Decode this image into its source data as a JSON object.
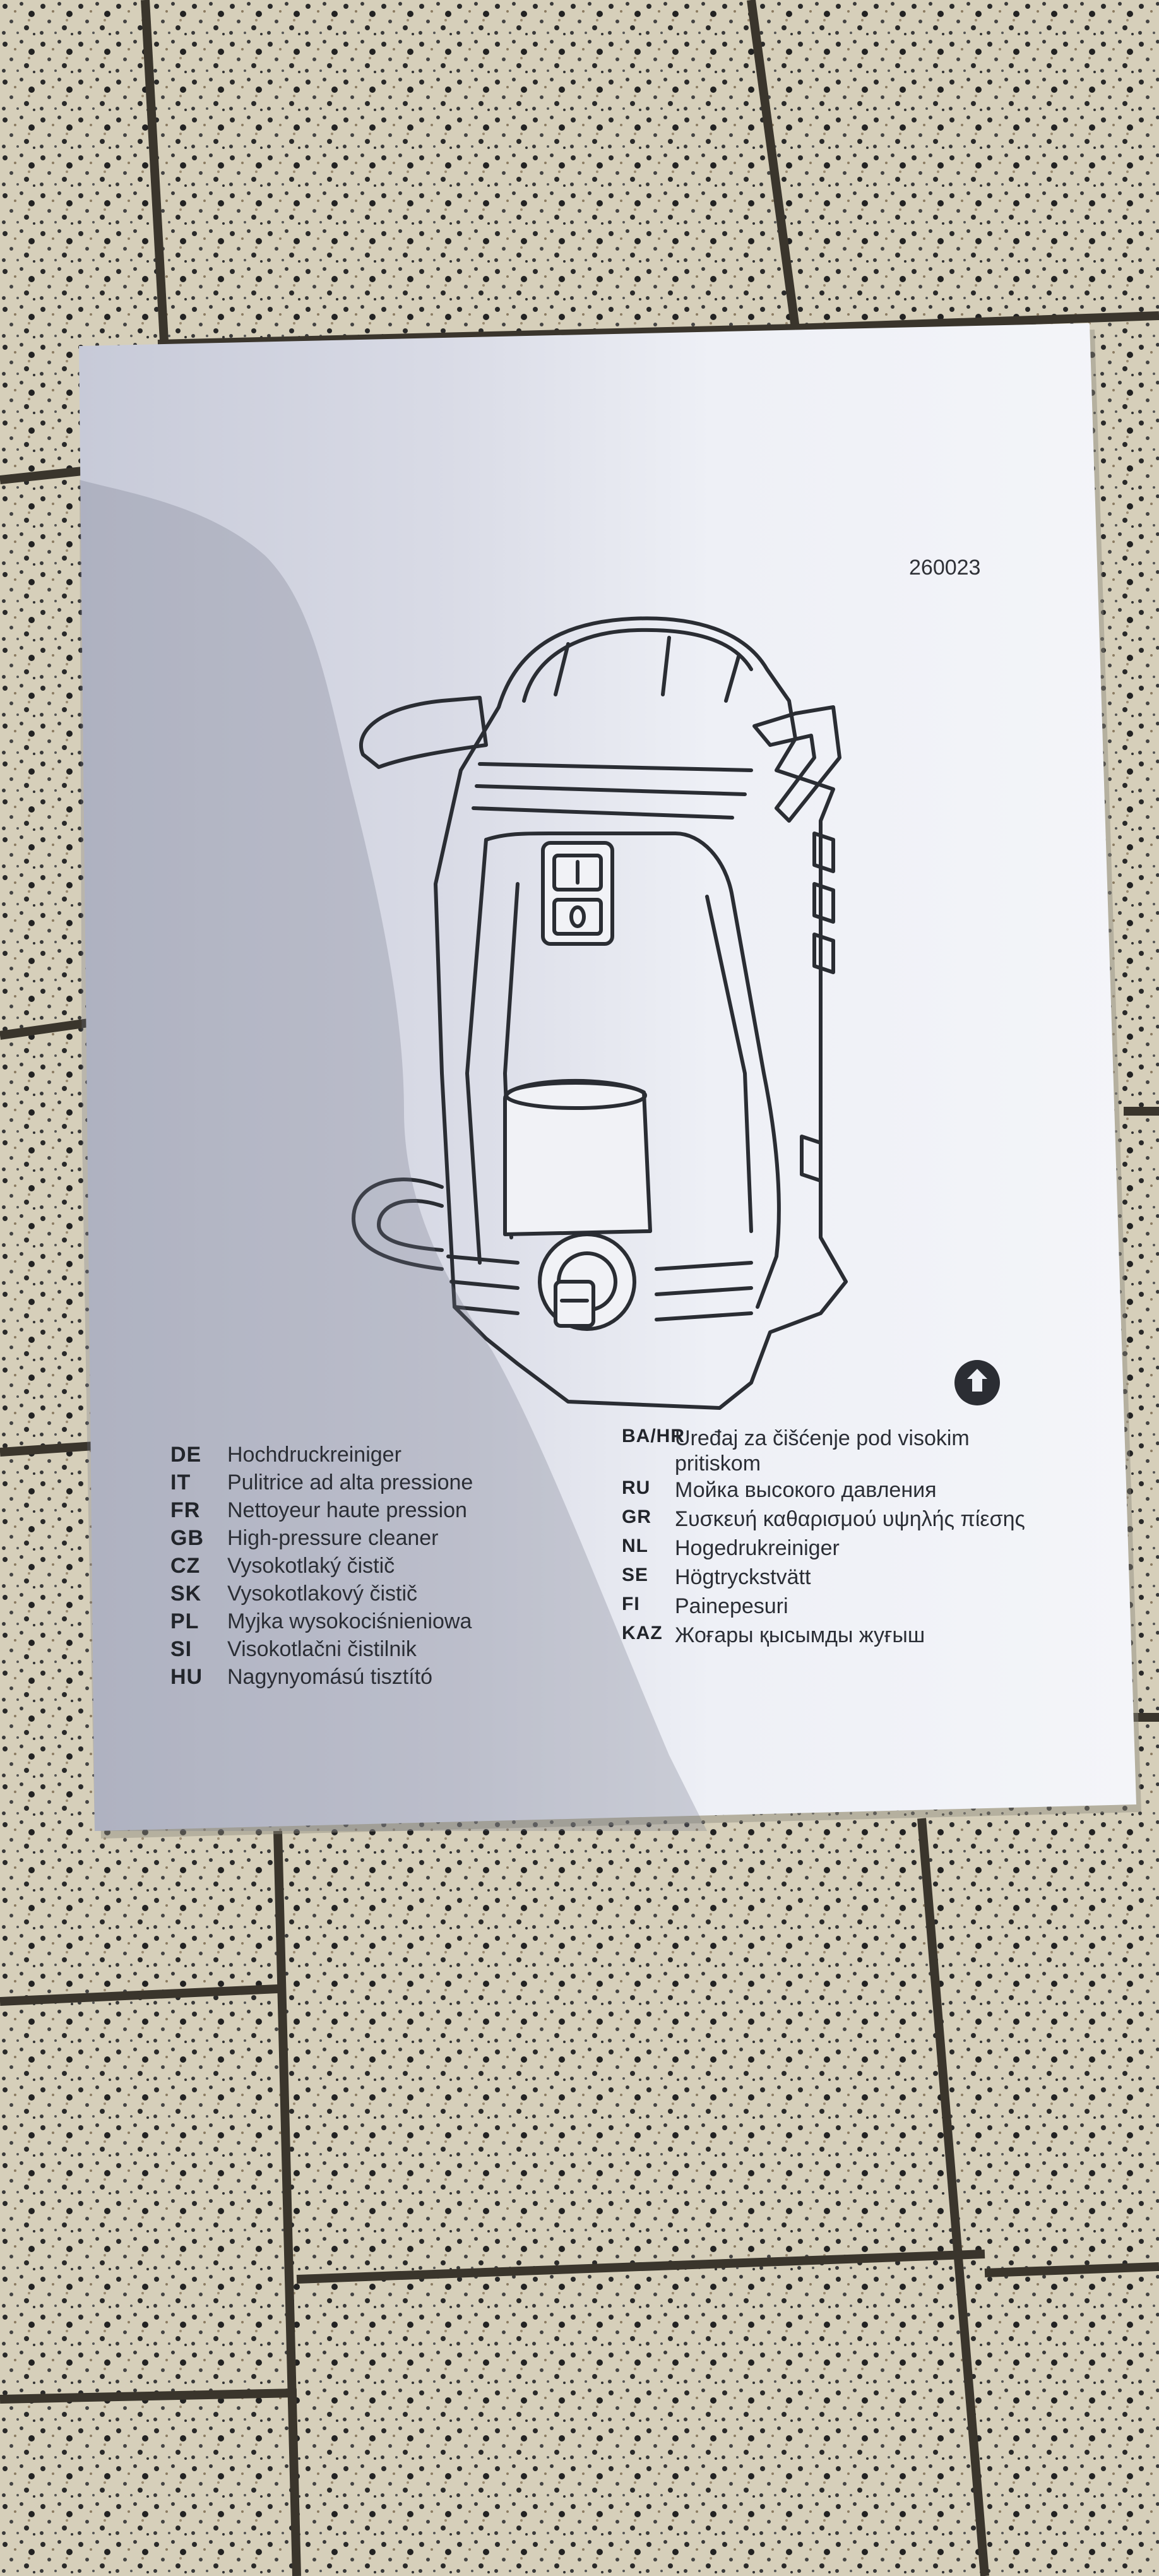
{
  "document": {
    "number": "260023",
    "left_languages": [
      {
        "code": "DE",
        "label": "Hochdruckreiniger"
      },
      {
        "code": "IT",
        "label": "Pulitrice ad alta pressione"
      },
      {
        "code": "FR",
        "label": "Nettoyeur haute pression"
      },
      {
        "code": "GB",
        "label": "High-pressure cleaner"
      },
      {
        "code": "CZ",
        "label": "Vysokotlaký čistič"
      },
      {
        "code": "SK",
        "label": "Vysokotlakový čistič"
      },
      {
        "code": "PL",
        "label": "Myjka wysokociśnieniowa"
      },
      {
        "code": "SI",
        "label": "Visokotlačni čistilnik"
      },
      {
        "code": "HU",
        "label": "Nagynyomású tisztító"
      }
    ],
    "right_languages": [
      {
        "code": "BA/HR",
        "label": "Uređaj za čišćenje pod visokim pritiskom"
      },
      {
        "code": "RU",
        "label": "Мойка высокого давления"
      },
      {
        "code": "GR",
        "label": "Συσκευή καθαρισμού υψηλής πίεσης"
      },
      {
        "code": "NL",
        "label": "Hogedrukreiniger"
      },
      {
        "code": "SE",
        "label": "Högtryckstvätt"
      },
      {
        "code": "FI",
        "label": "Painepesuri"
      },
      {
        "code": "KAZ",
        "label": "Жоғары қысымды жуғыш"
      }
    ]
  },
  "colors": {
    "pavement": "#d3cbb6",
    "paper": "#eef0f6",
    "paper_shadow": "#b9bccb",
    "line_art": "#2a2d33"
  }
}
